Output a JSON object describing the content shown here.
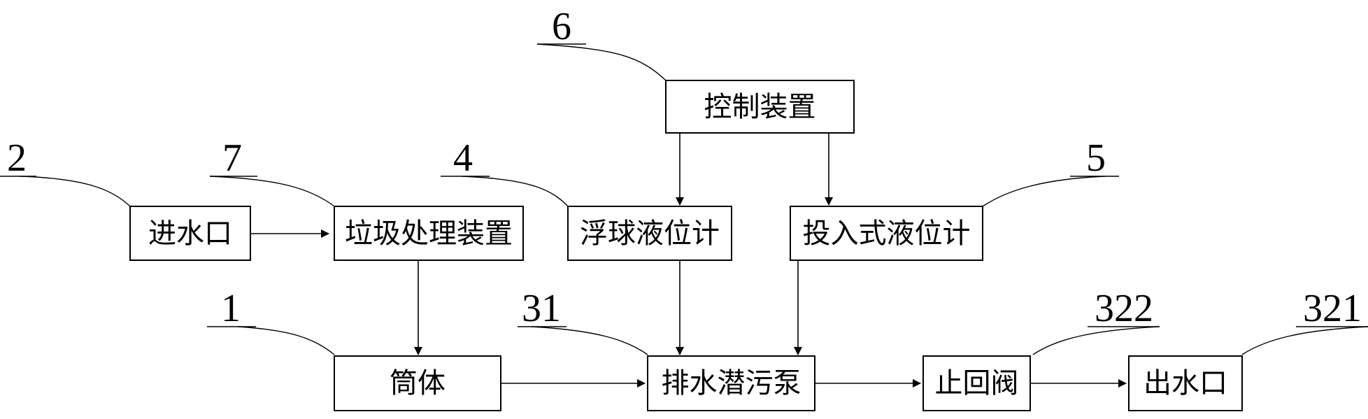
{
  "boxes": {
    "control": "控制装置",
    "inlet": "进水口",
    "garbage": "垃圾处理装置",
    "float_gauge": "浮球液位计",
    "submersible_gauge": "投入式液位计",
    "barrel": "筒体",
    "pump": "排水潜污泵",
    "check_valve": "止回阀",
    "outlet": "出水口"
  },
  "refs": {
    "control": "6",
    "inlet": "2",
    "garbage": "7",
    "float_gauge": "4",
    "submersible_gauge": "5",
    "barrel": "1",
    "pump": "31",
    "check_valve": "322",
    "outlet": "321"
  },
  "colors": {
    "line": "#000000",
    "background": "#ffffff"
  }
}
